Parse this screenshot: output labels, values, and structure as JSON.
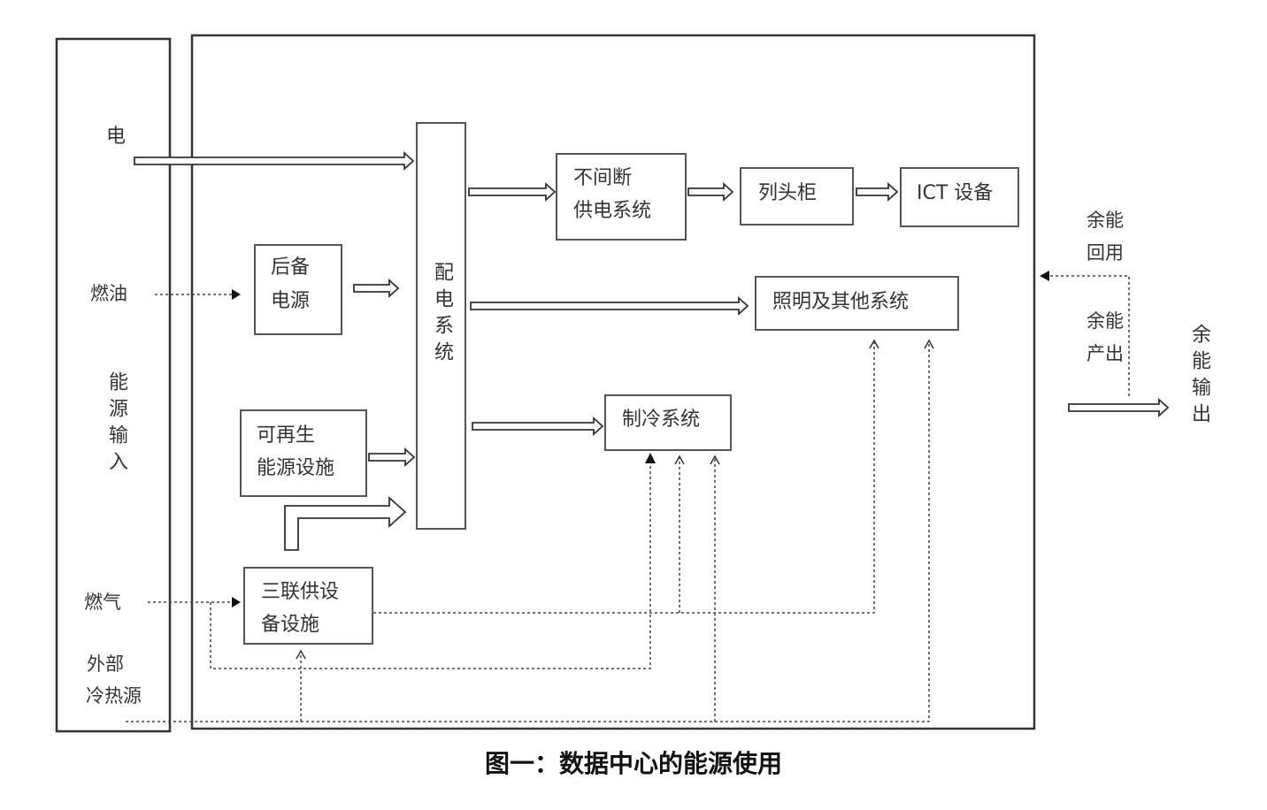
{
  "labels": {
    "electricity": "电",
    "fuel_oil": "燃油",
    "energy_input": "能源输入",
    "gas": "燃气",
    "external_cold_heat": [
      "外部",
      "冷热源"
    ],
    "backup_power": [
      "后备",
      "电源"
    ],
    "renewable": [
      "可再生",
      "能源设施"
    ],
    "trigeneration": [
      "三联供设",
      "备设施"
    ],
    "distribution": "配电系统",
    "ups": [
      "不间断",
      "供电系统"
    ],
    "column_cabinet": "列头柜",
    "ict": "ICT 设备",
    "lighting": "照明及其他系统",
    "cooling": "制冷系统",
    "surplus_reuse": [
      "余能",
      "回用"
    ],
    "surplus_output_side": [
      "余能",
      "产出"
    ],
    "surplus_output": "余能输出"
  },
  "caption": "图一：数据中心的能源使用"
}
